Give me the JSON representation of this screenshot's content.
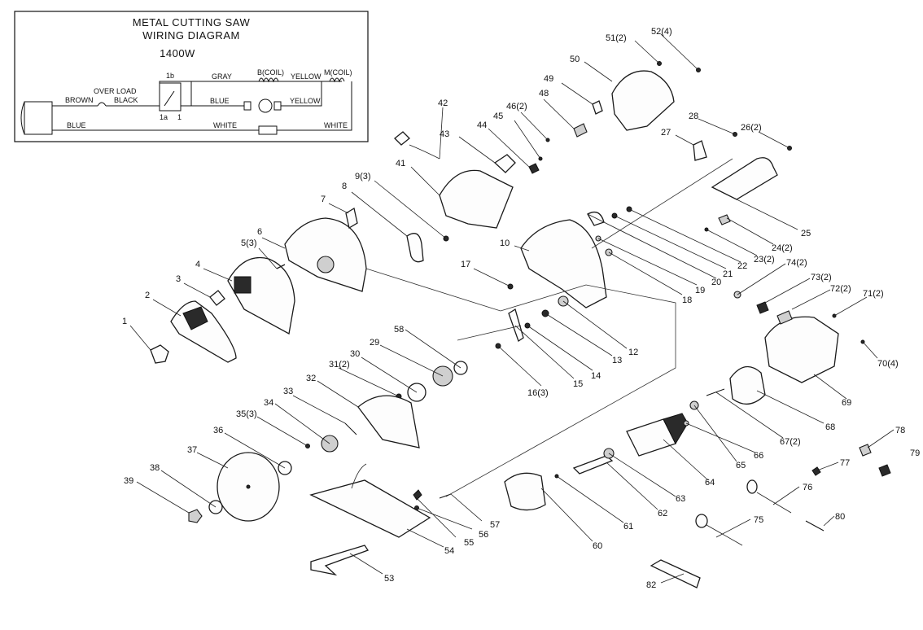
{
  "wiring": {
    "title_line1": "METAL CUTTING SAW",
    "title_line2": "WIRING DIAGRAM",
    "power": "1400W",
    "labels": {
      "gray": "GRAY",
      "b_coil": "B(COIL)",
      "yellow_top": "YELLOW",
      "m_coil": "M(COIL)",
      "overload": "OVER LOAD",
      "brown": "BROWN",
      "black": "BLACK",
      "blue_mid": "BLUE",
      "yellow_mid": "YELLOW",
      "blue_bottom": "BLUE",
      "white_mid": "WHITE",
      "white_right": "WHITE",
      "term_1b": "1b",
      "term_1a": "1a",
      "term_1": "1"
    }
  },
  "part_labels": [
    "1",
    "2",
    "3",
    "4",
    "5(3)",
    "6",
    "7",
    "8",
    "9(3)",
    "10",
    "12",
    "13",
    "14",
    "15",
    "16(3)",
    "17",
    "18",
    "19",
    "20",
    "21",
    "22",
    "23(2)",
    "24(2)",
    "25",
    "26(2)",
    "27",
    "28",
    "29",
    "30",
    "31(2)",
    "32",
    "33",
    "34",
    "35(3)",
    "36",
    "37",
    "38",
    "39",
    "41",
    "42",
    "43",
    "44",
    "45",
    "46(2)",
    "48",
    "49",
    "50",
    "51(2)",
    "52(4)",
    "53",
    "54",
    "55",
    "56",
    "57",
    "58",
    "60",
    "61",
    "62",
    "63",
    "64",
    "65",
    "66",
    "67(2)",
    "68",
    "69",
    "70(4)",
    "71(2)",
    "72(2)",
    "73(2)",
    "74(2)",
    "75",
    "76",
    "77",
    "78",
    "79",
    "80",
    "82"
  ]
}
